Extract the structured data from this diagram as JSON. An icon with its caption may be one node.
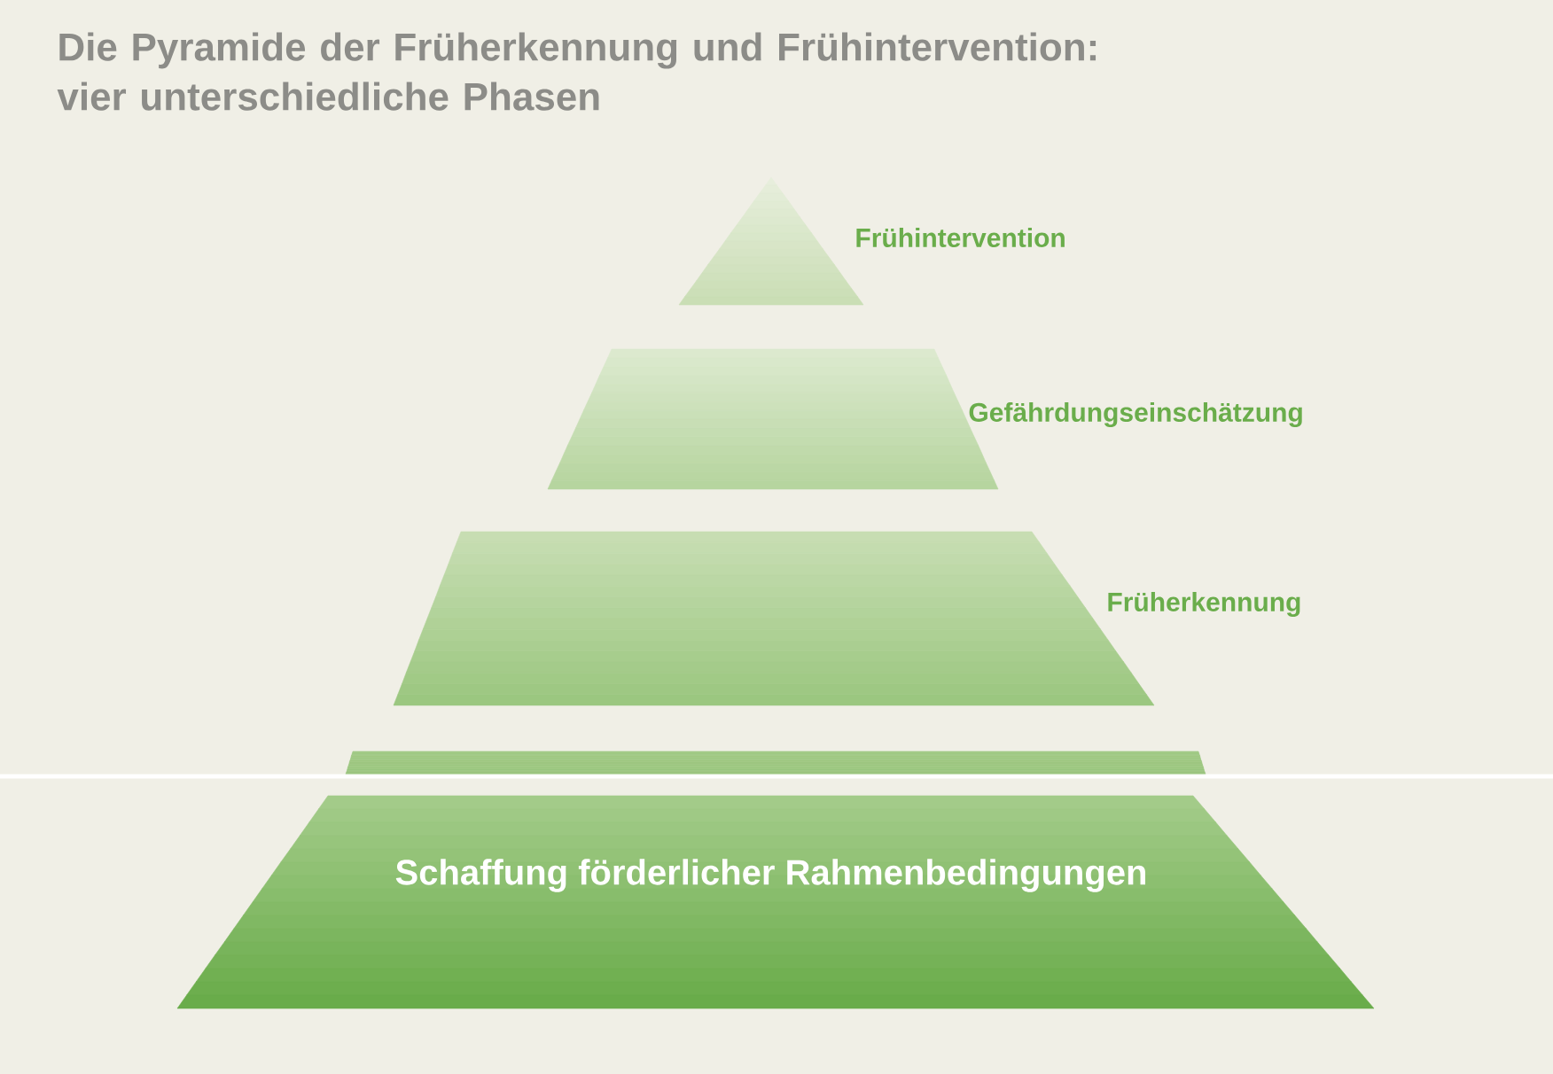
{
  "diagram": {
    "title": "Die Pyramide der Früherkennung und Frühintervention: vier unterschiedliche Phasen",
    "nodes": [
      {
        "text": [
          "Frühintervention"
        ]
      },
      {
        "text": [
          "Gefährdungseinschätzung"
        ]
      },
      {
        "text": [
          "Früherkennung"
        ]
      },
      {
        "text": [],
        "shape": "trapezoid"
      },
      {
        "text": [
          "Schaffung förderlicher Rahmenbedingungen"
        ]
      }
    ]
  }
}
